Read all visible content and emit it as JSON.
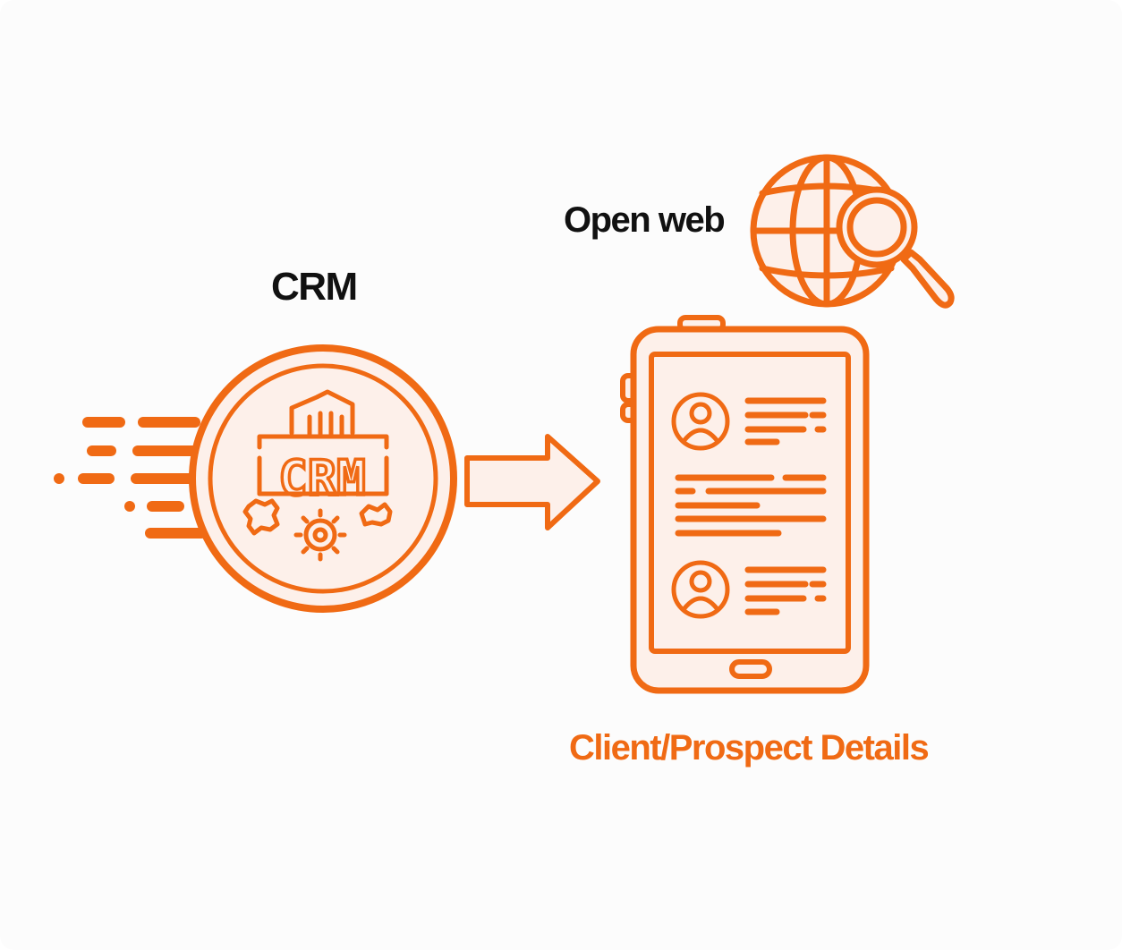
{
  "labels": {
    "crm_title": "CRM",
    "crm_badge_text": "CRM",
    "open_web": "Open web",
    "client_details": "Client/Prospect Details"
  },
  "colors": {
    "accent": "#f06a14",
    "fill": "#fdf0ea",
    "text": "#111111",
    "background": "#fcfcfc"
  },
  "icons": {
    "crm": "crm-gear-badge-icon",
    "arrow": "right-arrow-icon",
    "web": "globe-magnifier-icon",
    "device": "tablet-profile-icon"
  }
}
